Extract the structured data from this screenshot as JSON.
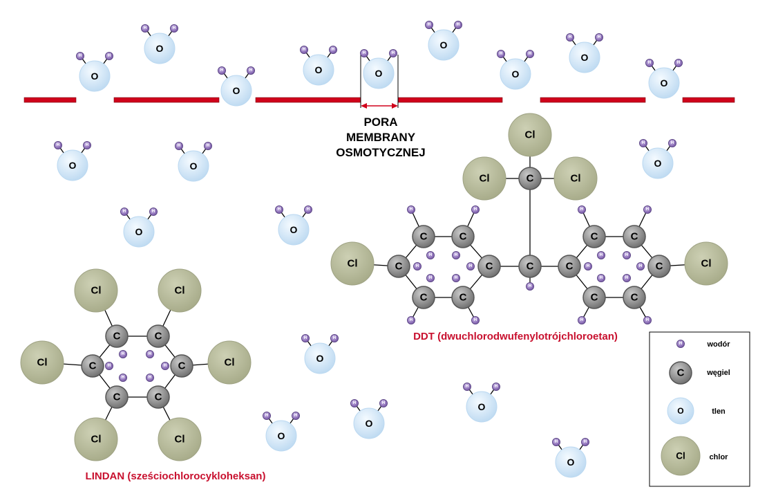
{
  "atoms": {
    "H": {
      "symbol": "H",
      "color": "#8e6fbf"
    },
    "C": {
      "symbol": "C",
      "color": "#8a8a8a"
    },
    "O": {
      "symbol": "O",
      "color": "#cfe4f6"
    },
    "Cl": {
      "symbol": "Cl",
      "color": "#b6b99a"
    }
  },
  "colors": {
    "membrane": "#d0021b",
    "title": "#c8102e",
    "bond": "#000000"
  },
  "membrane_label": [
    "PORA",
    "MEMBRANY",
    "OSMOTYCZNEJ"
  ],
  "molecules": {
    "ddt_name": "DDT (dwuchlorodwufenylotrójchloroetan)",
    "lindan_name": "LINDAN (sześciochlorocykloheksan)"
  },
  "legend": {
    "items": [
      {
        "atom": "H",
        "label": "wodór"
      },
      {
        "atom": "C",
        "label": "węgiel"
      },
      {
        "atom": "O",
        "label": "tlen"
      },
      {
        "atom": "Cl",
        "label": "chlor"
      }
    ]
  }
}
